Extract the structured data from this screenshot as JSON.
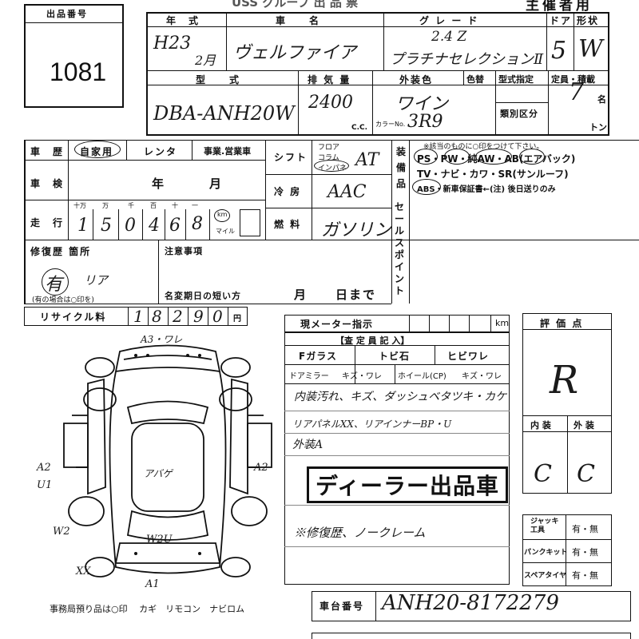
{
  "header": {
    "lot_number_label": "出品番号",
    "lot_number": "1081",
    "organizer_label": "主催者用",
    "title_faded": "USS グループ 出 品 票"
  },
  "row1": {
    "year_label": "年　式",
    "year_value": "H23",
    "month_value": "2月",
    "name_label": "車　　名",
    "name_value": "ヴェルファイア",
    "grade_label": "グ レ ー ド",
    "grade_value_1": "2.4 Z",
    "grade_value_2": "プラチナセレクションⅡ",
    "door_label": "ドア",
    "door_value": "5",
    "shape_label": "形状",
    "shape_value": "W"
  },
  "row2": {
    "model_label": "型　　式",
    "model_value": "DBA-ANH20W",
    "displacement_label": "排 気 量",
    "displacement_value": "2400",
    "cc_unit": "C.C.",
    "exterior_label": "外装色",
    "exterior_value": "ワイン",
    "color_change_label": "色替",
    "color_no_label": "カラーNo.",
    "color_no_value": "3R9",
    "model_designation_label": "型式指定",
    "type_class_label": "類別区分",
    "capacity_label": "定員・積載",
    "capacity_value": "7",
    "capacity_unit": "名",
    "ton_unit": "トン"
  },
  "history": {
    "label": "車　歴",
    "options": [
      "自家用",
      "レンタ",
      "事業.営業車"
    ],
    "inspection_label": "車　検",
    "year_unit": "年",
    "month_unit": "月",
    "mileage_label": "走　行",
    "digit_labels": [
      "十万",
      "万",
      "千",
      "百",
      "十",
      "一"
    ],
    "mileage_digits": [
      "1",
      "5",
      "0",
      "4",
      "6",
      "8"
    ],
    "km_label": "km",
    "mile_label": "マイル"
  },
  "shift": {
    "label": "シフト",
    "options": [
      "フロア",
      "コラム",
      "インパネ"
    ],
    "value": "AT",
    "ac_label": "冷 房",
    "ac_value": "AAC",
    "fuel_label": "燃 料",
    "fuel_value": "ガソリン"
  },
  "equipment": {
    "label": "装備品",
    "note": "※該当のものに○印をつけて下さい。",
    "line1": "PS・PW・純AW・AB(エアバック)",
    "line2": "TV・ナビ・カワ・SR(サンルーフ)",
    "line3": "ABS・新車保証書←(注) 後日送りのみ",
    "sales_point_label": "セールスポイント"
  },
  "repair": {
    "label": "修復歴 箇所",
    "value": "有",
    "location": "リア",
    "note": "(有の場合は○印を)",
    "notes_label": "注意事項",
    "name_change_label": "名変期日の短い方",
    "month_unit": "月",
    "day_unit": "日まで"
  },
  "recycle": {
    "label": "リサイクル料",
    "digits": [
      "1",
      "8",
      "2",
      "9",
      "0"
    ],
    "unit": "円"
  },
  "meter": {
    "label": "現メーター指示",
    "unit": "km"
  },
  "inspector": {
    "title": "【査 定 員 記 入】",
    "front_glass": "Fガラス",
    "tobiishi": "トビ石",
    "hibiware": "ヒビワレ",
    "door_mirror": "ドアミラー",
    "mirror_state": "キズ・ワレ",
    "wheel": "ホイール(CP)",
    "wheel_state": "キズ・ワレ",
    "comment1": "内装汚れ、キズ、ダッシュベタツキ・カケ",
    "comment2": "リアパネルXX、リアインナーBP・U",
    "comment3": "外装A",
    "dealer_stamp": "ディーラー出品車",
    "comment4": "※修復歴、ノークレーム"
  },
  "rating": {
    "label": "評 価 点",
    "value": "R",
    "interior_label": "内 装",
    "exterior_label": "外 装",
    "interior_value": "C",
    "exterior_value": "C"
  },
  "accessories": {
    "jack_label": "ジャッキ工具",
    "puncture_label": "パンクキット",
    "spare_label": "スペアタイヤ",
    "yes_no": "有・無"
  },
  "chassis": {
    "label": "車台番号",
    "value": "ANH20-8172279"
  },
  "diagram": {
    "mark_top": "A3・ワレ",
    "mark_left_1": "A2",
    "mark_left_2": "U1",
    "mark_right": "A2",
    "mark_roof": "アバゲ",
    "mark_left_w2": "W2",
    "mark_rear": "W2U",
    "mark_bottom": "A1",
    "mark_xx": "XX",
    "footer": "事務局預り品は○印　 カギ　リモコン　ナビロム"
  }
}
